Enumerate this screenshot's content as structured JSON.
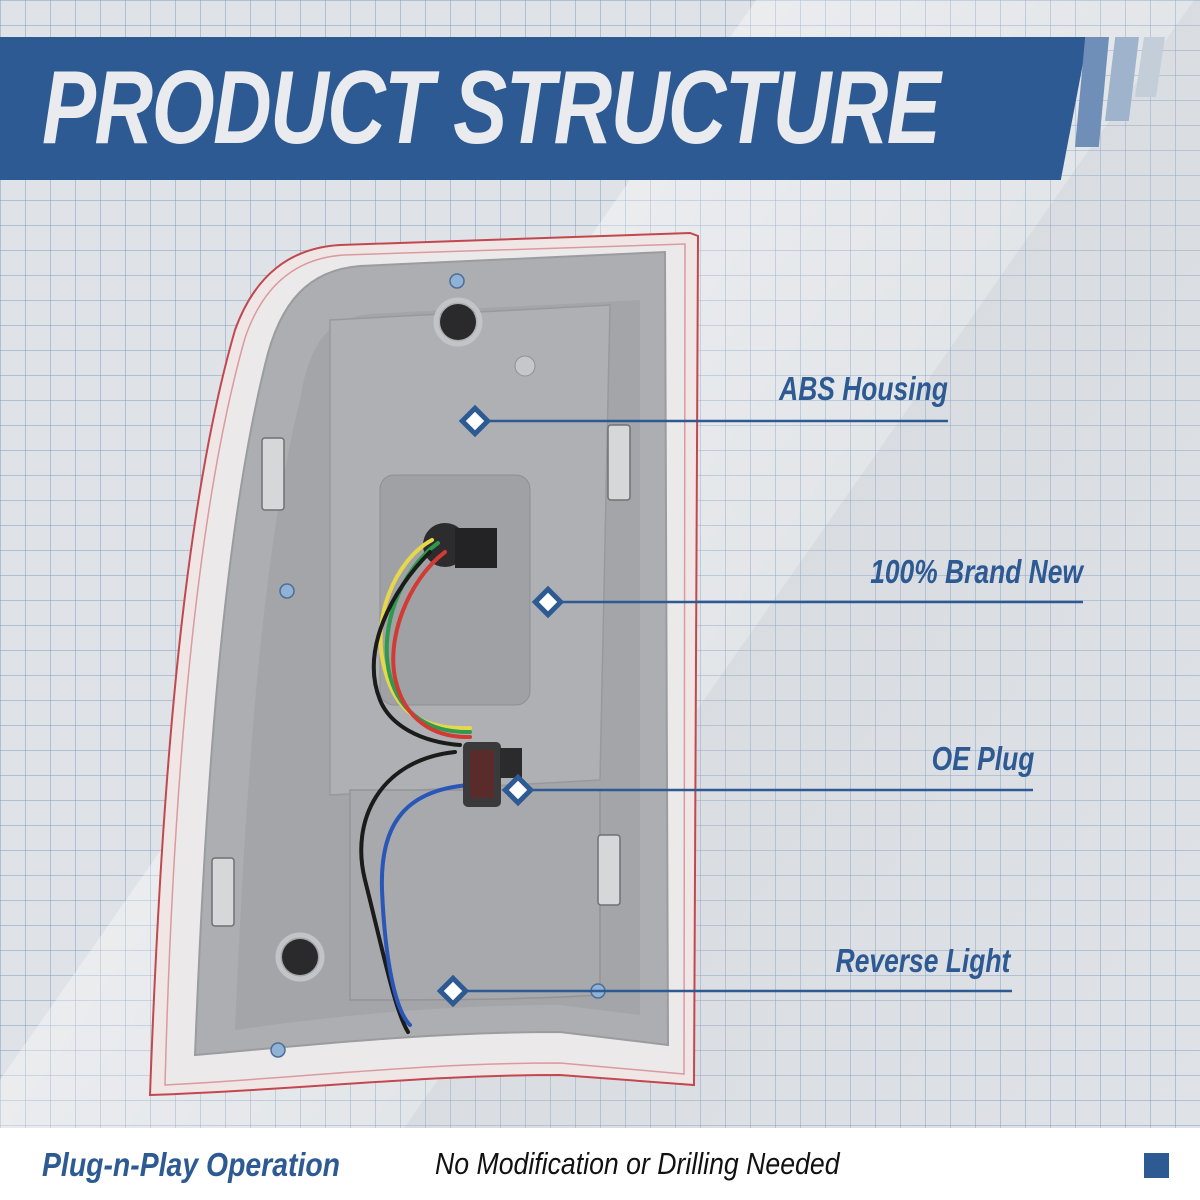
{
  "header": {
    "title": "PRODUCT STRUCTURE"
  },
  "colors": {
    "brand_blue": "#2d5a92",
    "background_grid": "#dfe2e6",
    "housing_grey": "#a9abae",
    "lens_red": "#c2484f"
  },
  "product": {
    "name": "Tail light assembly (rear view)",
    "wire_colors": [
      "#e6d84a",
      "#2f9a4e",
      "#d23a33",
      "#1b1b1b",
      "#2a56b8"
    ]
  },
  "callouts": [
    {
      "label": "ABS Housing",
      "marker": "diamond-marker"
    },
    {
      "label": "100% Brand New",
      "marker": "diamond-marker"
    },
    {
      "label": "OE Plug",
      "marker": "diamond-marker"
    },
    {
      "label": "Reverse Light",
      "marker": "diamond-marker"
    }
  ],
  "footer": {
    "feature_title": "Plug-n-Play Operation",
    "feature_text": "No Modification or Drilling Needed"
  }
}
